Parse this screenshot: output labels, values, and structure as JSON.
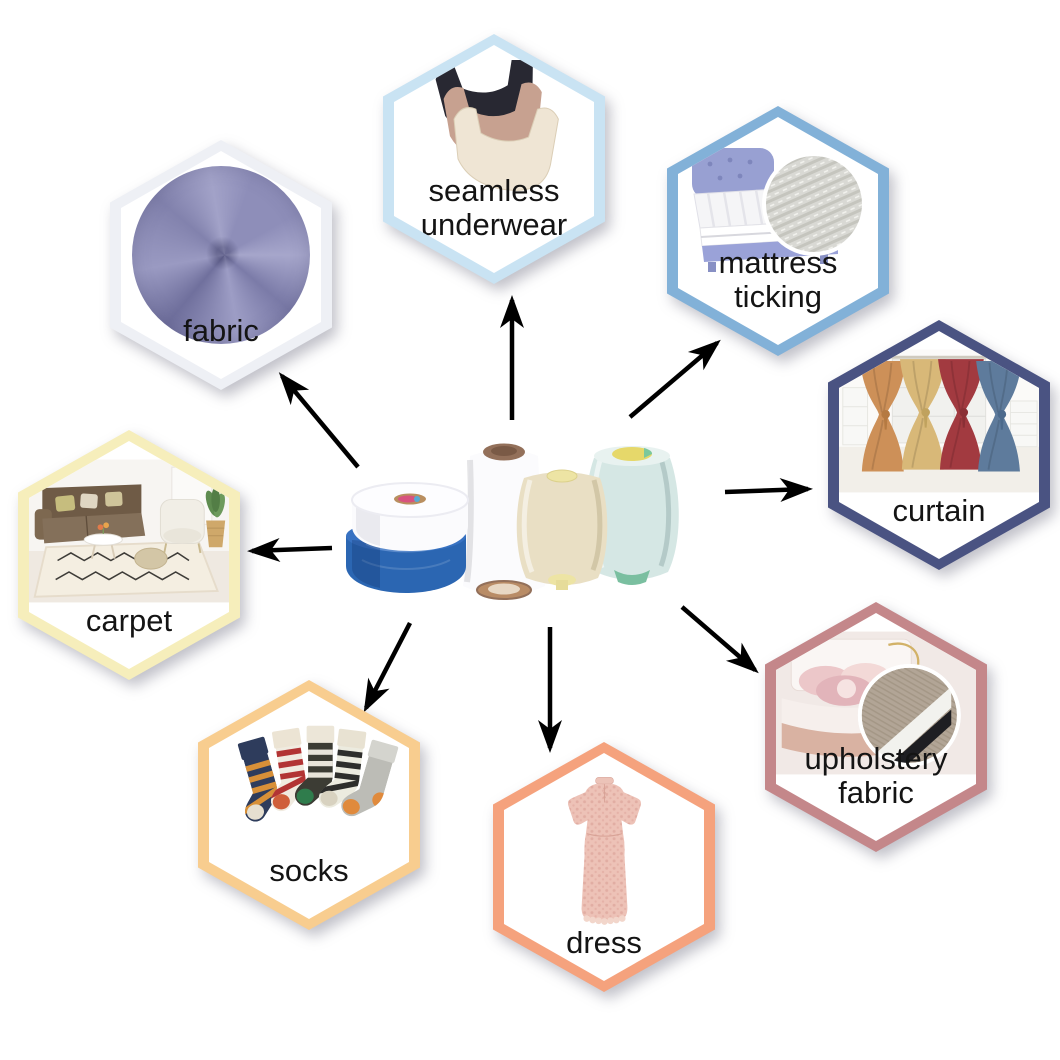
{
  "page": {
    "background": "#ffffff"
  },
  "diagram": {
    "type": "hub-and-spoke yarn applications diagram",
    "arrow_color": "#000000",
    "label_color": "#141414",
    "center": {
      "photo_alt": "four spools of polyester yarn",
      "spool_colors": {
        "blue": "#2b66b2",
        "white": "#fbfbfd",
        "cream": "#e9dfc4",
        "mint": "#d5e7e4"
      }
    },
    "nodes": [
      {
        "id": "fabric",
        "label": "fabric",
        "border_color": "#eef0f5",
        "photo_alt": "purple fabric swirl"
      },
      {
        "id": "seamless-underwear",
        "label": "seamless underwear",
        "border_color": "#c9e3f3",
        "photo_alt": "three seamless bras in black, tan and cream"
      },
      {
        "id": "mattress-ticking",
        "label": "mattress ticking",
        "border_color": "#82b1d8",
        "photo_alt": "bed with mattress fabric close-up"
      },
      {
        "id": "curtain",
        "label": "curtain",
        "border_color": "#4a5382",
        "photo_alt": "four curtains in tan, gold, red and blue"
      },
      {
        "id": "upholstery-fabric",
        "label": "upholstery fabric",
        "border_color": "#c4878a",
        "photo_alt": "pink bed with upholstery fabric close-up"
      },
      {
        "id": "dress",
        "label": "dress",
        "border_color": "#f5a27d",
        "photo_alt": "pink lace dress"
      },
      {
        "id": "socks",
        "label": "socks",
        "border_color": "#f8cd8f",
        "photo_alt": "five striped socks"
      },
      {
        "id": "carpet",
        "label": "carpet",
        "border_color": "#f6eebb",
        "photo_alt": "living room with patterned rug"
      }
    ]
  }
}
